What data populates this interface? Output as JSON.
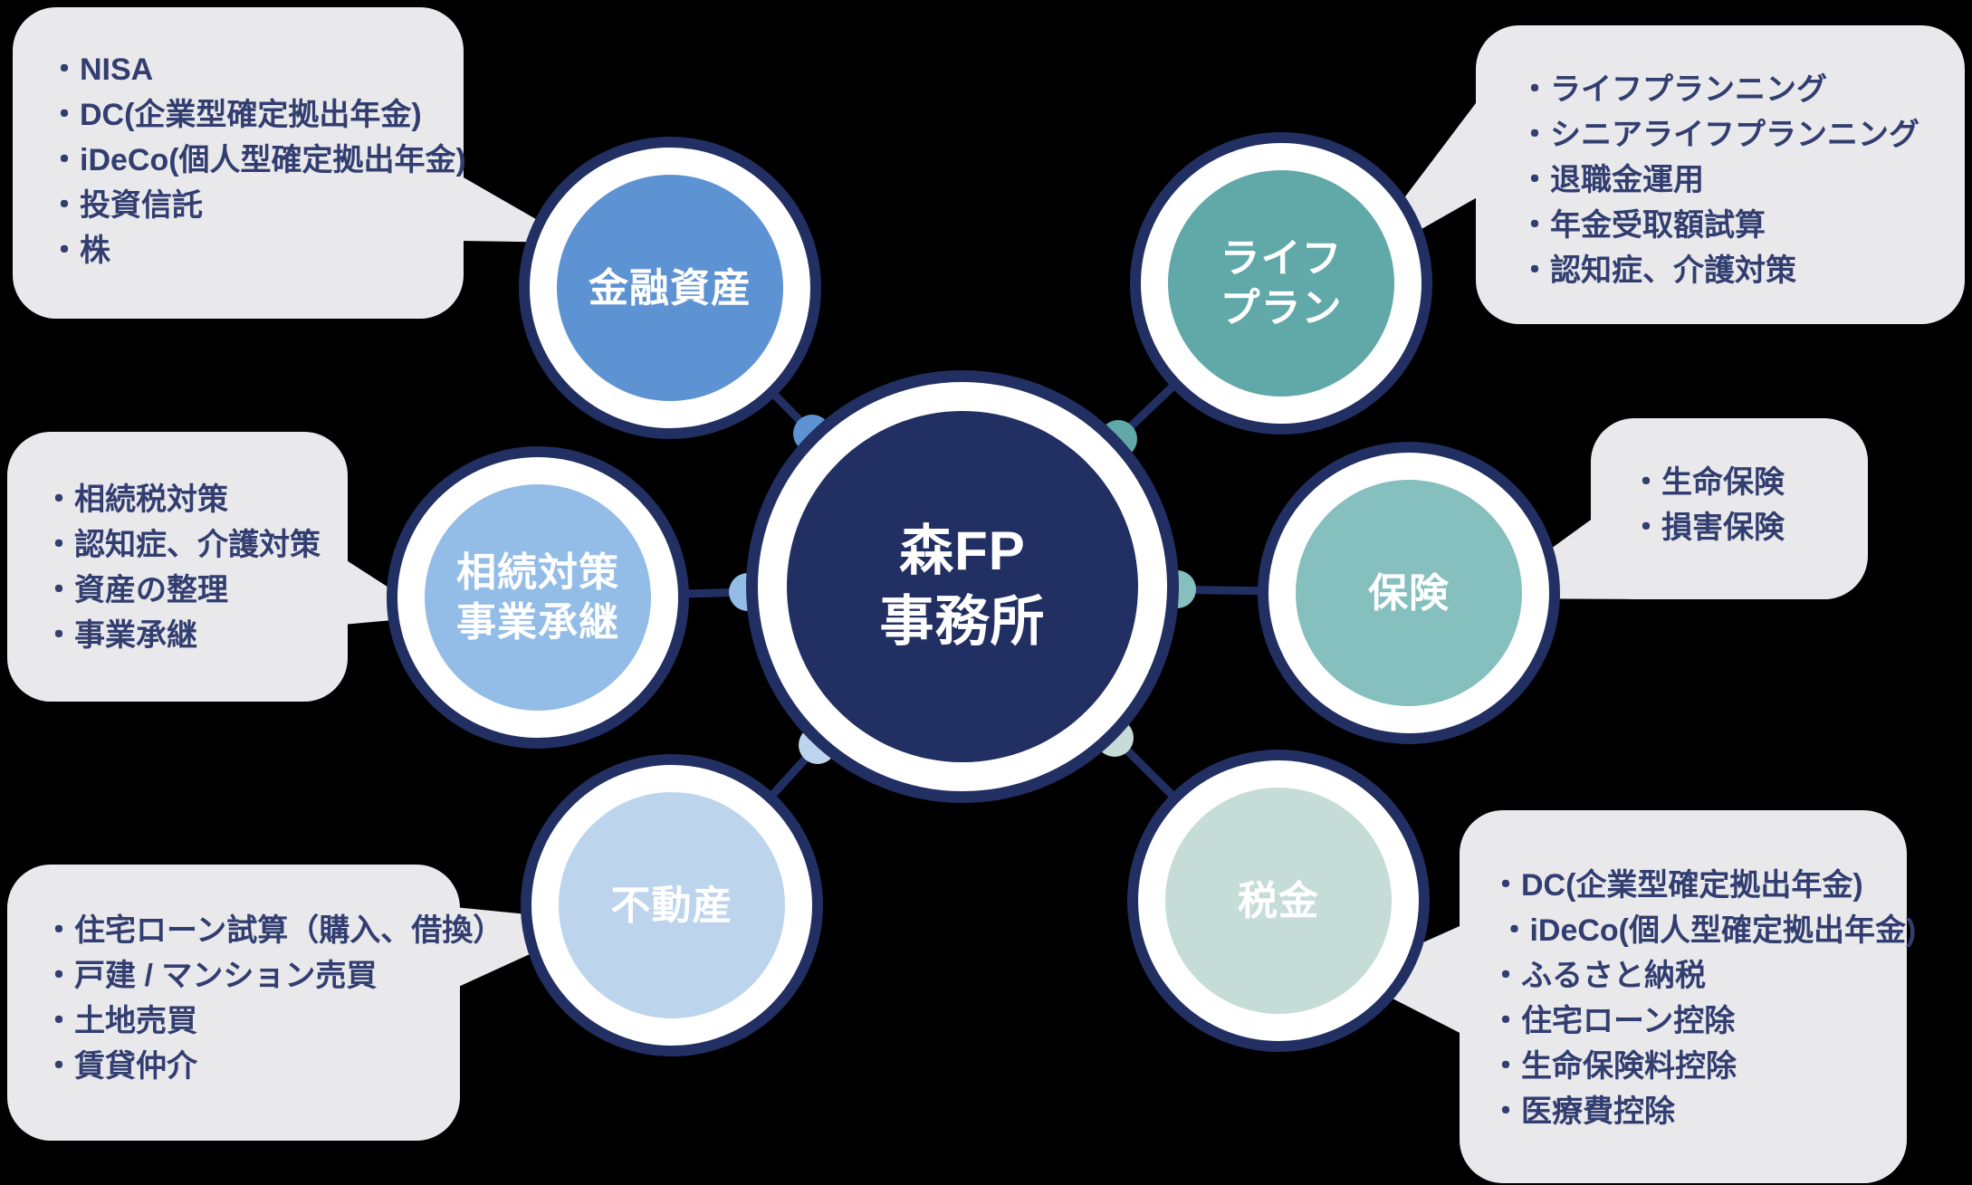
{
  "theme": {
    "background": "#000000",
    "navy": "#222f62",
    "bubble_bg": "#e9e9ec",
    "bubble_text": "#323e70",
    "node_text": "#ffffff"
  },
  "center": {
    "label": "森FP\n事務所",
    "color": "#222f62"
  },
  "nodes": [
    {
      "id": "financial-assets",
      "label": "金融資産",
      "color": "#5d93d3"
    },
    {
      "id": "life-plan",
      "label": "ライフ\nプラン",
      "color": "#61a8a9"
    },
    {
      "id": "inheritance-succession",
      "label": "相続対策\n事業承継",
      "color": "#93bce7"
    },
    {
      "id": "insurance",
      "label": "保険",
      "color": "#85c0bf"
    },
    {
      "id": "real-estate",
      "label": "不動産",
      "color": "#bdd4ed"
    },
    {
      "id": "tax",
      "label": "税金",
      "color": "#c5dcd7"
    }
  ],
  "bubbles": [
    {
      "for": "financial-assets",
      "items": [
        "・NISA",
        "・DC(企業型確定拠出年金)",
        "・iDeCo(個人型確定拠出年金)",
        "・投資信託",
        "・株"
      ]
    },
    {
      "for": "life-plan",
      "items": [
        "・ライフプランニング",
        "・シニアライフプランニング",
        "・退職金運用",
        "・年金受取額試算",
        "・認知症、介護対策"
      ]
    },
    {
      "for": "inheritance-succession",
      "items": [
        "・相続税対策",
        "・認知症、介護対策",
        "・資産の整理",
        "・事業承継"
      ]
    },
    {
      "for": "insurance",
      "items": [
        "・生命保険",
        "・損害保険"
      ]
    },
    {
      "for": "real-estate",
      "items": [
        "・住宅ローン試算（購入、借換）",
        "・戸建 / マンション売買",
        "・土地売買",
        "・賃貸仲介"
      ]
    },
    {
      "for": "tax",
      "items": [
        "・DC(企業型確定拠出年金)",
        " ・iDeCo(個人型確定拠出年金)",
        "・ふるさと納税",
        "・住宅ローン控除",
        "・生命保険料控除",
        "・医療費控除"
      ]
    }
  ]
}
